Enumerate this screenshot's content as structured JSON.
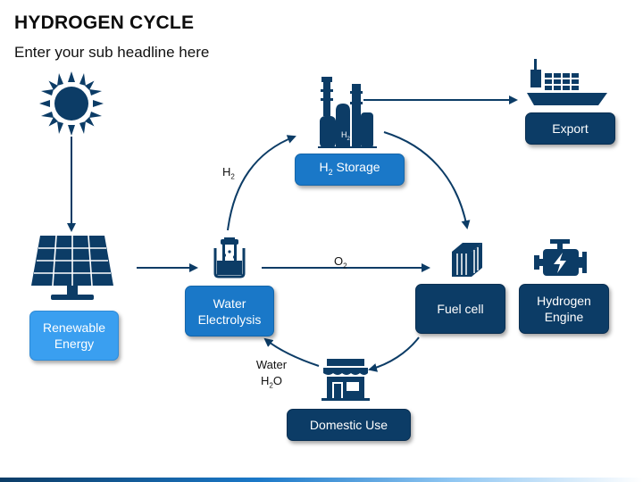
{
  "header": {
    "title": "HYDROGEN CYCLE",
    "subtitle": "Enter your sub headline here"
  },
  "nodes": {
    "renewable": {
      "line1": "Renewable",
      "line2": "Energy"
    },
    "electrolysis": {
      "line1": "Water",
      "line2": "Electrolysis"
    },
    "storage": {
      "prefix": "H",
      "sub": "2",
      "suffix": " Storage"
    },
    "export": {
      "label": "Export"
    },
    "fuel_cell": {
      "label": "Fuel cell"
    },
    "hydrogen_engine": {
      "line1": "Hydrogen",
      "line2": "Engine"
    },
    "domestic": {
      "label": "Domestic Use"
    }
  },
  "edge_labels": {
    "h2": {
      "main": "H",
      "sub": "2"
    },
    "o2": {
      "main": "O",
      "sub": "2"
    },
    "water": {
      "line1": "Water",
      "main": "H",
      "sub": "2",
      "tail": "O"
    }
  },
  "icons": {
    "sun": "sun-icon",
    "solar_panel": "solar-panel-icon",
    "electrolyzer": "electrolyzer-icon",
    "storage_plant": "storage-plant-icon",
    "storage_plant_text": {
      "main": "H",
      "sub": "2"
    },
    "cargo_ship": "cargo-ship-icon",
    "fuel_cell": "fuel-cell-icon",
    "engine": "engine-icon",
    "house": "house-icon"
  },
  "colors": {
    "dark_box": "#0c3c66",
    "mid_box": "#1a78c8",
    "light_box": "#3a9ff0",
    "arrow": "#0c3c66"
  }
}
